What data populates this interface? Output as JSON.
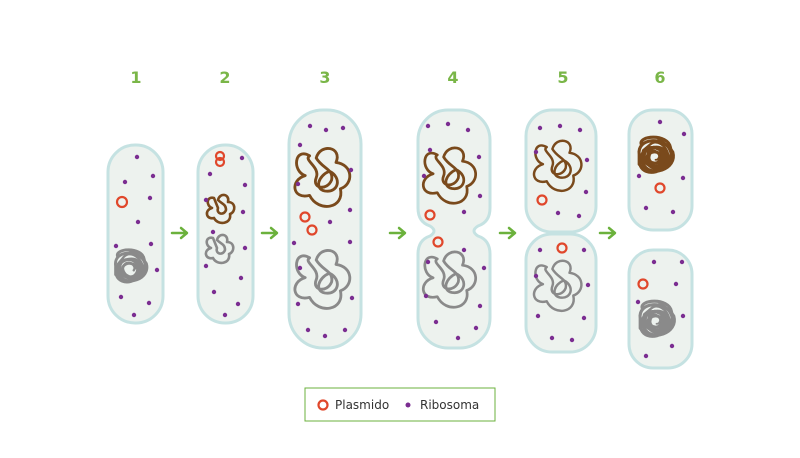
{
  "steps": [
    {
      "label": "1"
    },
    {
      "label": "2"
    },
    {
      "label": "3"
    },
    {
      "label": "4"
    },
    {
      "label": "5"
    },
    {
      "label": "6"
    }
  ],
  "legend": {
    "plasmid_label": "Plasmido",
    "ribosome_label": "Ribosoma"
  },
  "colors": {
    "step_label": "#7ab648",
    "arrow": "#6bb13c",
    "cell_fill": "#edf2ee",
    "cell_border": "#c5e2e2",
    "plasmid": "#e0472b",
    "ribosome": "#7b2d91",
    "dna_new": "#7a4a1c",
    "dna_old": "#8a8a8a"
  }
}
